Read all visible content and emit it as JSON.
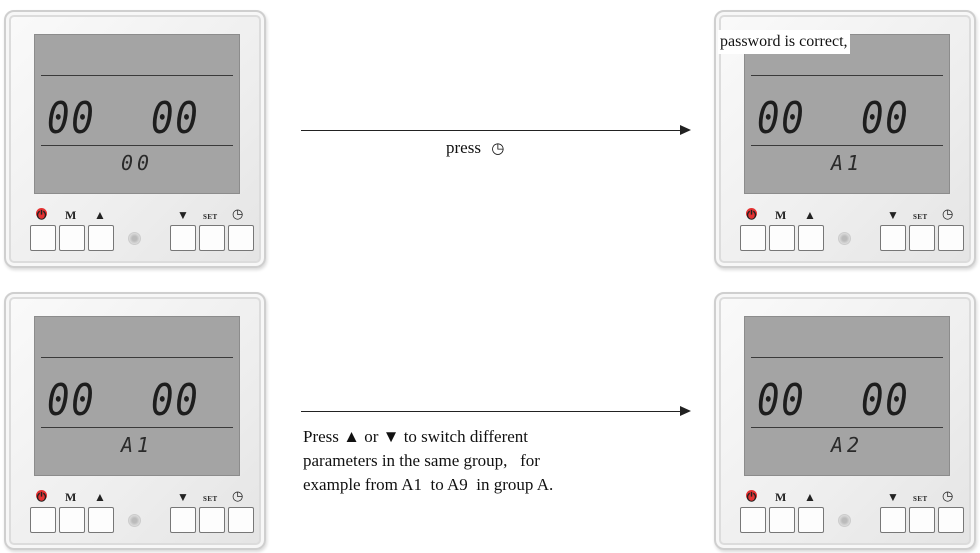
{
  "panels": [
    {
      "left_digits": "00",
      "right_digits": "00",
      "code": "00"
    },
    {
      "left_digits": "00",
      "right_digits": "00",
      "code": "A1"
    },
    {
      "left_digits": "00",
      "right_digits": "00",
      "code": "A1"
    },
    {
      "left_digits": "00",
      "right_digits": "00",
      "code": "A2"
    }
  ],
  "buttons": {
    "m_label": "M",
    "up_icon": "▲",
    "down_icon": "▼",
    "set_label": "SET",
    "clock_icon": "◷",
    "power_icon": "⏻"
  },
  "captions": {
    "password": "password is correct,",
    "press": "press",
    "press_icon": "◷",
    "switch_line1": "Press ▲ or ▼ to switch different",
    "switch_line2": "parameters in the same group,   for",
    "switch_line3": "example from A1  to A9  in group A."
  },
  "colors": {
    "power_button": "#e53232",
    "lcd": "#a4a4a4"
  }
}
